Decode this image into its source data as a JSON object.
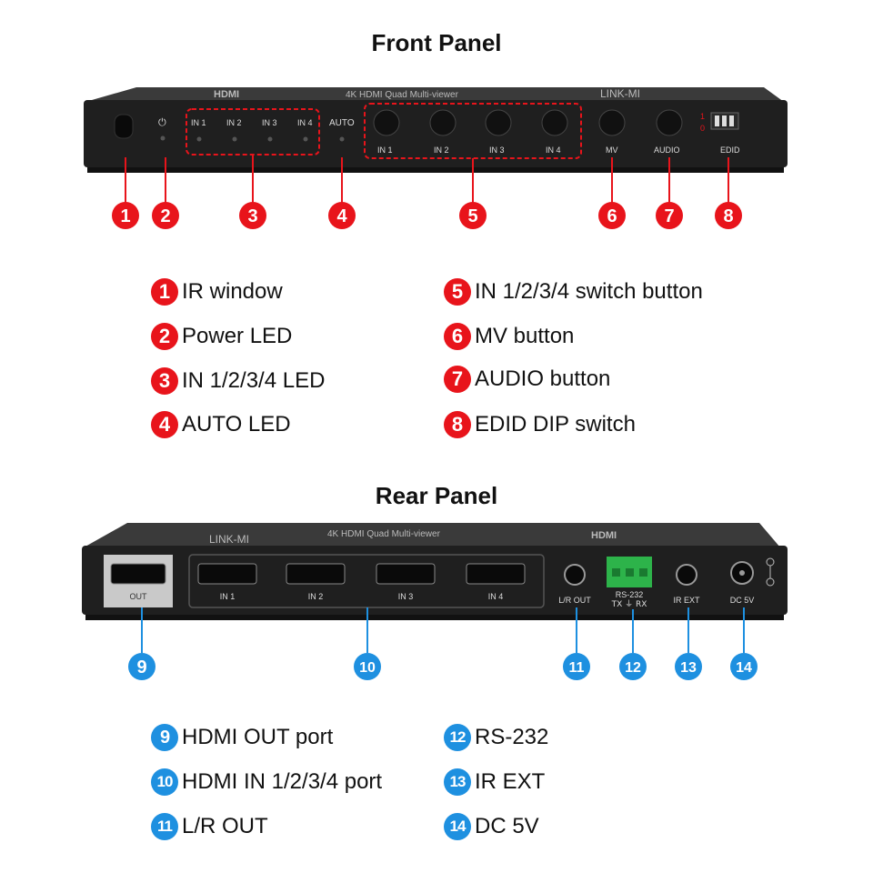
{
  "front": {
    "title": "Front Panel",
    "device_text": "4K HDMI Quad Multi-viewer",
    "brand": "LINK-MI",
    "logo": "HDMI",
    "led_labels": [
      "IN 1",
      "IN 2",
      "IN 3",
      "IN 4"
    ],
    "auto_label": "AUTO",
    "button_labels": [
      "IN 1",
      "IN 2",
      "IN 3",
      "IN 4"
    ],
    "mv_label": "MV",
    "audio_label": "AUDIO",
    "edid_label": "EDID",
    "dip_marks": [
      "1",
      "0"
    ],
    "callouts": [
      "1",
      "2",
      "3",
      "4",
      "5",
      "6",
      "7",
      "8"
    ],
    "legend": [
      {
        "num": "1",
        "text": "IR window"
      },
      {
        "num": "2",
        "text": "Power LED"
      },
      {
        "num": "3",
        "text": "IN 1/2/3/4 LED"
      },
      {
        "num": "4",
        "text": "AUTO LED"
      },
      {
        "num": "5",
        "text": "IN 1/2/3/4 switch button"
      },
      {
        "num": "6",
        "text": "MV button"
      },
      {
        "num": "7",
        "text": "AUDIO button"
      },
      {
        "num": "8",
        "text": "EDID DIP switch"
      }
    ]
  },
  "rear": {
    "title": "Rear Panel",
    "out_label": "OUT",
    "in_labels": [
      "IN 1",
      "IN 2",
      "IN 3",
      "IN 4"
    ],
    "lr_label": "L/R OUT",
    "rs232_label": "RS-232",
    "txrx_label": "TX ⏚ RX",
    "irext_label": "IR EXT",
    "dc_label": "DC 5V",
    "callouts": [
      "9",
      "10",
      "11",
      "12",
      "13",
      "14"
    ],
    "legend": [
      {
        "num": "9",
        "text": "HDMI OUT port"
      },
      {
        "num": "10",
        "text": "HDMI IN 1/2/3/4 port"
      },
      {
        "num": "11",
        "text": "L/R OUT"
      },
      {
        "num": "12",
        "text": "RS-232"
      },
      {
        "num": "13",
        "text": "IR EXT"
      },
      {
        "num": "14",
        "text": "DC 5V"
      }
    ]
  },
  "colors": {
    "front_callout": "#e8141b",
    "rear_callout": "#1e90e0",
    "device_body": "#1f1f1f",
    "dashed_outline": "#e8141b",
    "terminal_block": "#2db34a"
  }
}
